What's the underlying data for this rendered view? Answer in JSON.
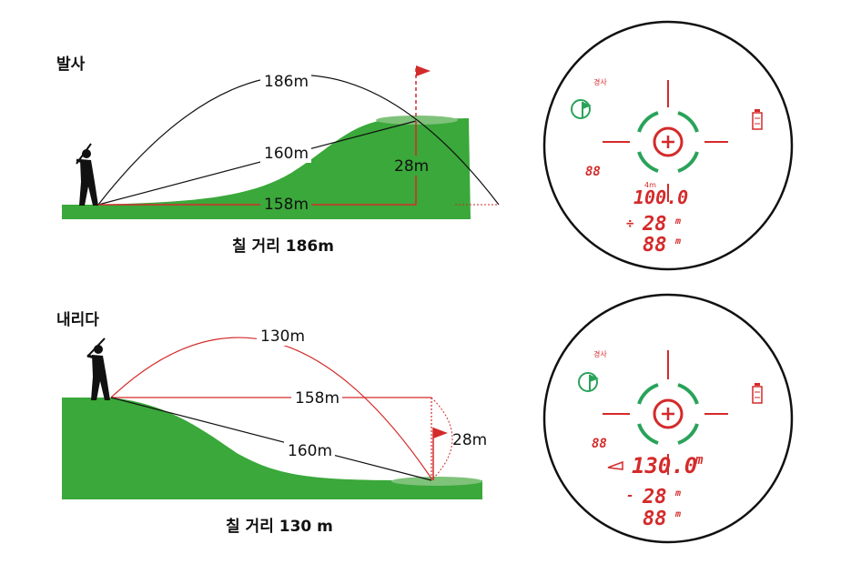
{
  "uphill": {
    "title": "발사",
    "arc_label": "186m",
    "line_label": "160m",
    "ground_label": "158m",
    "height_label": "28m",
    "caption": "칠 거리 186m"
  },
  "downhill": {
    "title": "내리다",
    "arc_label": "130m",
    "line_label": "158m",
    "slope_label": "160m",
    "height_label": "28m",
    "caption": "칠 거리 130 m"
  },
  "scope_top": {
    "mode_label": "경사",
    "unit_small": "4m",
    "main_value": "100.0",
    "sub_value1": "28",
    "sub_unit1": "m",
    "sub_value2": "88",
    "sub_unit2": "m",
    "sign": "÷"
  },
  "scope_bottom": {
    "mode_label": "경사",
    "main_value": "130.0",
    "main_unit": "m",
    "sub_value1": "28",
    "sub_unit1": "m",
    "sub_value2": "88",
    "sub_unit2": "m",
    "sign": "-"
  },
  "colors": {
    "grass": "#3aa83a",
    "green_light": "#7fc27a",
    "red": "#d42a2a",
    "black": "#111111"
  }
}
